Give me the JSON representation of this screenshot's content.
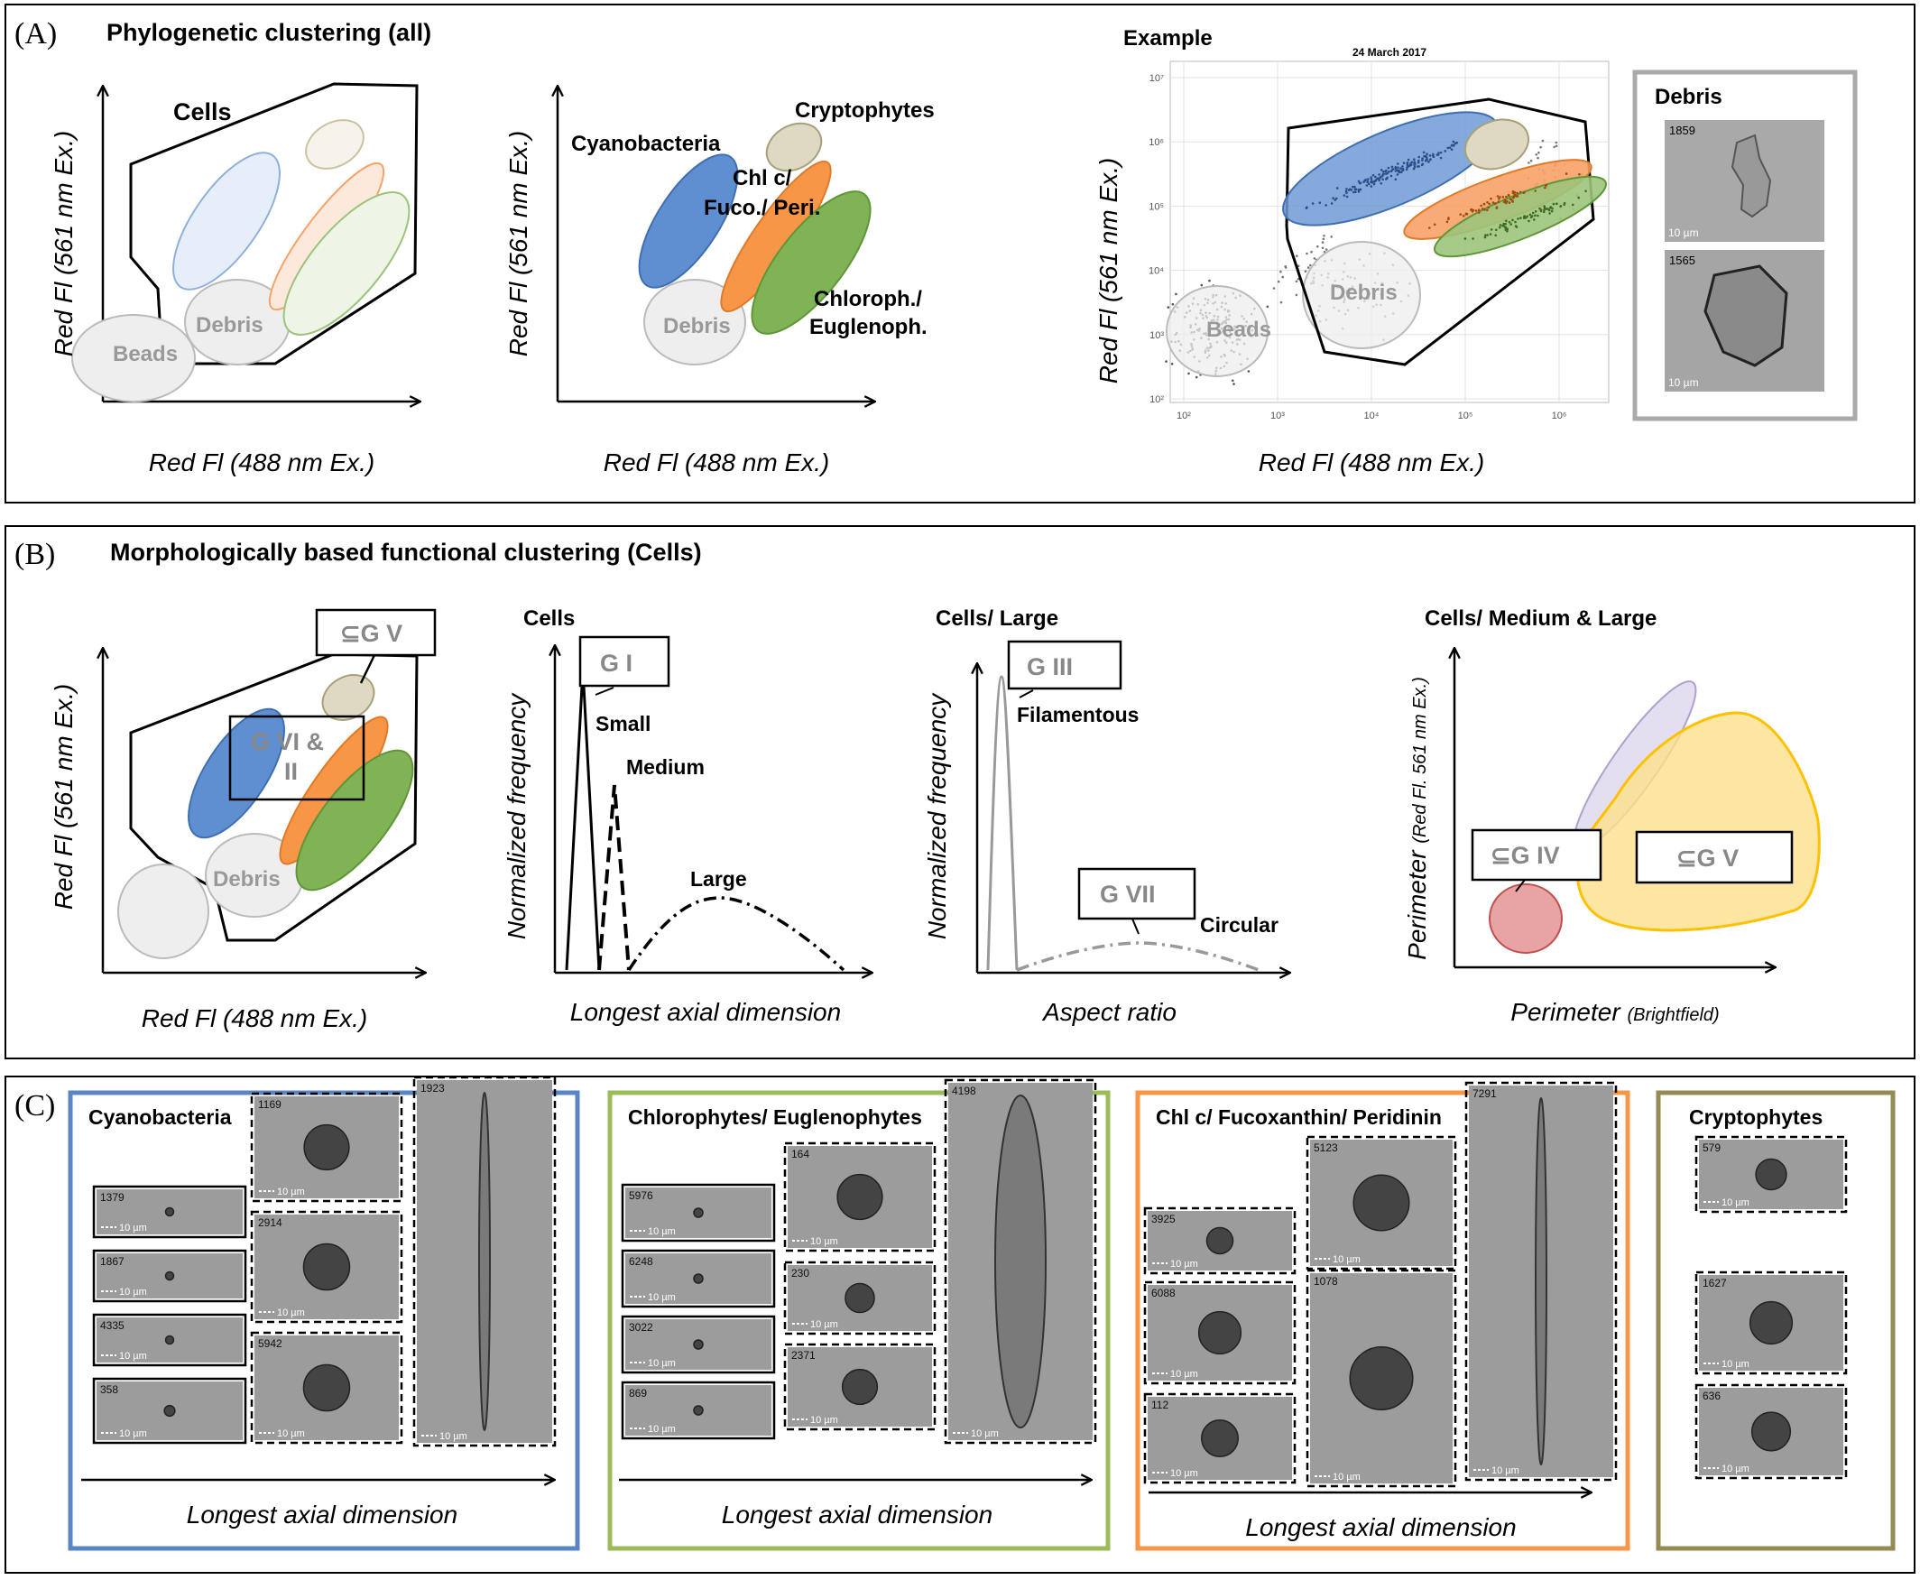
{
  "panelA": {
    "letter": "(A)",
    "title": "Phylogenetic clustering (all)",
    "axis_y": "Red Fl (561 nm Ex.)",
    "axis_x": "Red Fl (488 nm Ex.)",
    "diagram1": {
      "cells": "Cells",
      "debris": "Debris",
      "beads": "Beads"
    },
    "diagram2": {
      "cyanobacteria": "Cyanobacteria",
      "cryptophytes": "Cryptophytes",
      "chlc_line1": "Chl c/",
      "chlc_line2": "Fuco./ Peri.",
      "chloroph_line1": "Chloroph./",
      "chloroph_line2": "Euglenoph.",
      "debris": "Debris"
    },
    "example": {
      "label": "Example",
      "date": "24 March 2017",
      "debris": "Debris",
      "beads": "Beads",
      "x_ticks": [
        "10²",
        "10³",
        "10⁴",
        "10⁵",
        "10⁶"
      ],
      "y_ticks": [
        "10²",
        "10³",
        "10⁴",
        "10⁵",
        "10⁶",
        "10⁷"
      ]
    },
    "debris_box": {
      "title": "Debris",
      "img1_id": "1859",
      "img2_id": "1565",
      "scale": "10 µm"
    }
  },
  "panelB": {
    "letter": "(B)",
    "title": "Morphologically based functional clustering (Cells)",
    "d1": {
      "gv": "⊆G V",
      "gvi_line1": "G VI &",
      "gvi_line2": "II",
      "debris": "Debris",
      "axis_y": "Red Fl (561 nm Ex.)",
      "axis_x": "Red Fl (488 nm Ex.)"
    },
    "d2": {
      "heading": "Cells",
      "gi": "G I",
      "small": "Small",
      "medium": "Medium",
      "large": "Large",
      "axis_y": "Normalized frequency",
      "axis_x": "Longest axial dimension"
    },
    "d3": {
      "heading": "Cells/ Large",
      "giii": "G III",
      "filamentous": "Filamentous",
      "gvii": "G VII",
      "circular": "Circular",
      "axis_y": "Normalized frequency",
      "axis_x": "Aspect ratio"
    },
    "d4": {
      "heading": "Cells/ Medium & Large",
      "giv": "⊆G IV",
      "gv": "⊆G V",
      "axis_y_main": "Perimeter",
      "axis_y_sub": "(Red Fl. 561 nm Ex.)",
      "axis_x_main": "Perimeter",
      "axis_x_sub": "(Brightfield)"
    }
  },
  "panelC": {
    "letter": "(C)",
    "axis": "Longest axial dimension",
    "scale": "10 µm",
    "groups": [
      {
        "title": "Cyanobacteria",
        "color": "#5b84c4",
        "ids": [
          "1379",
          "1867",
          "4335",
          "358",
          "1169",
          "2914",
          "5942",
          "1923"
        ]
      },
      {
        "title": "Chlorophytes/ Euglenophytes",
        "color": "#9cbb59",
        "ids": [
          "5976",
          "6248",
          "3022",
          "869",
          "164",
          "230",
          "2371",
          "4198"
        ]
      },
      {
        "title": "Chl c/ Fucoxanthin/ Peridinin",
        "color": "#f79646",
        "ids": [
          "3925",
          "6088",
          "112",
          "5123",
          "1078",
          "7291"
        ]
      },
      {
        "title": "Cryptophytes",
        "color": "#948a54",
        "ids": [
          "579",
          "1627",
          "636"
        ]
      }
    ]
  },
  "colors": {
    "blue": "#8fb0dc",
    "orange": "#f7a268",
    "green": "#9cc47a",
    "tan": "#ddd9c3",
    "gray": "#e3e3e3",
    "yellow": "#fde08a",
    "pink": "#e8a3a5",
    "lavender": "#e4dff0"
  }
}
